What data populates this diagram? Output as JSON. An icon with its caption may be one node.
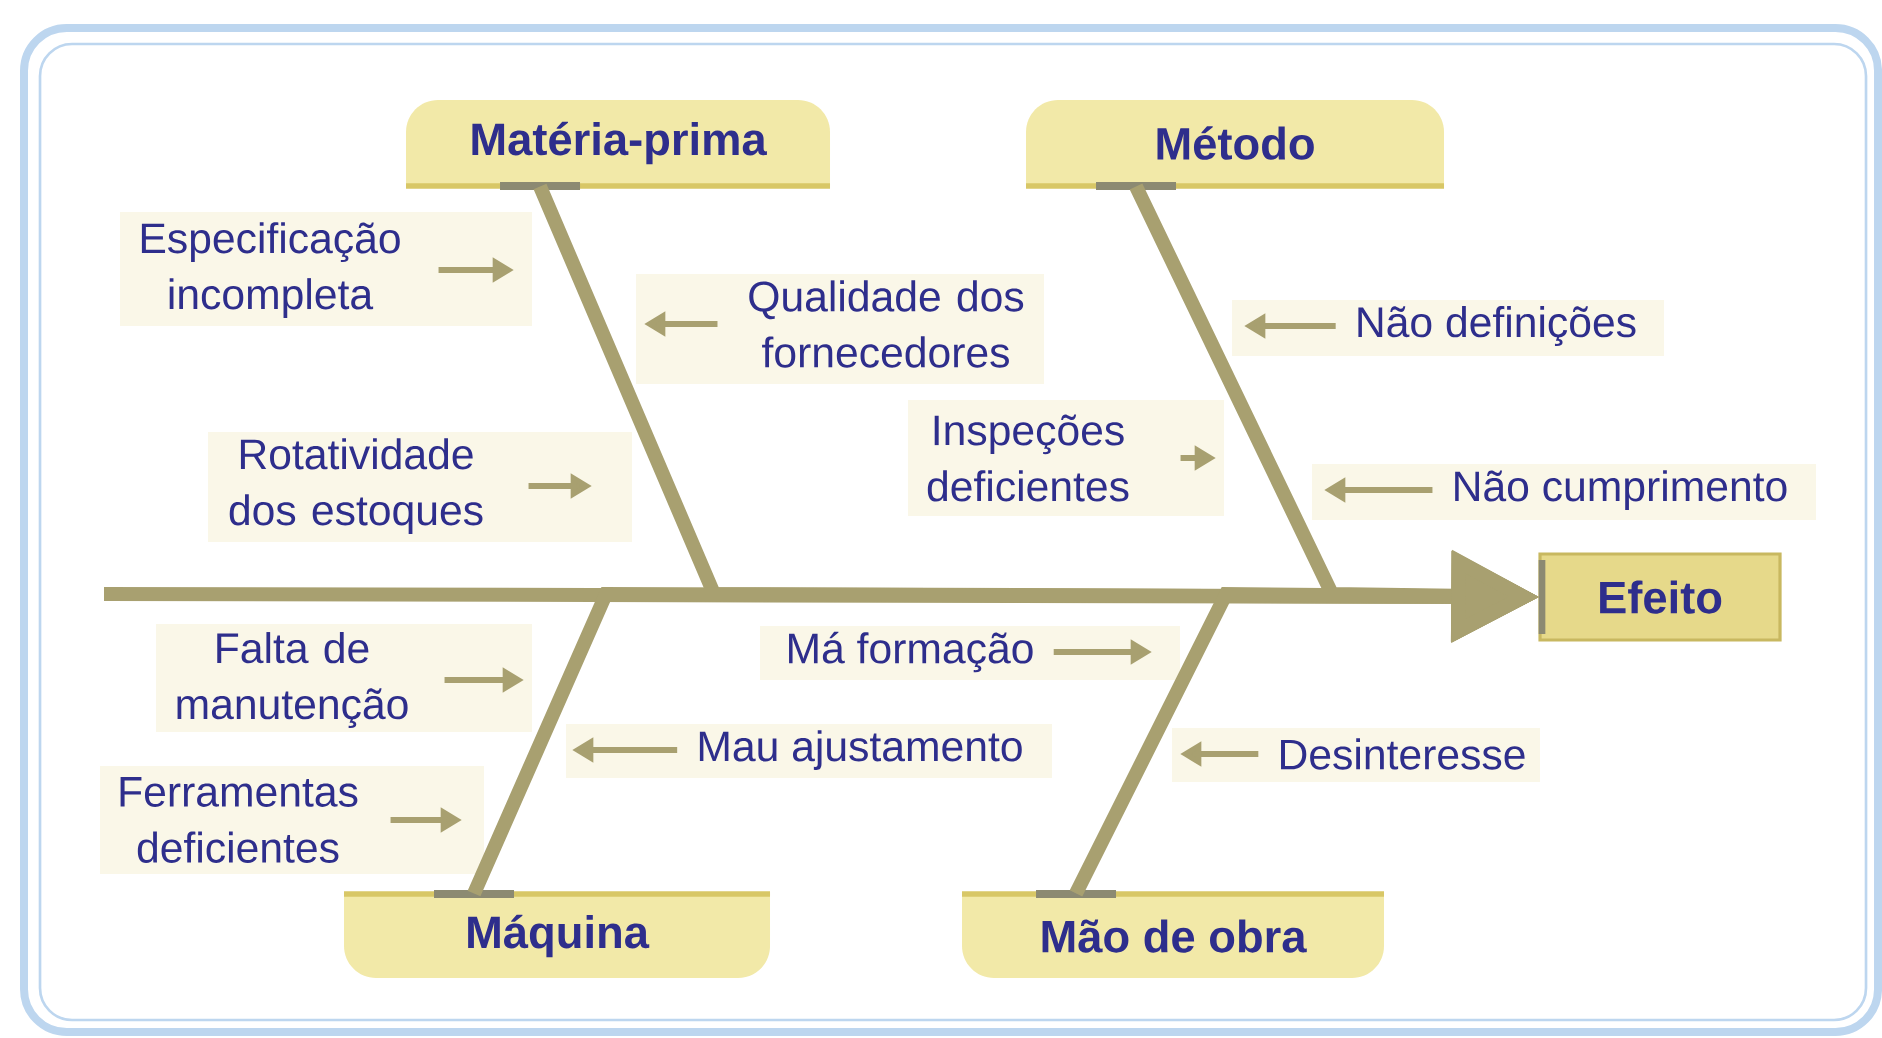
{
  "diagram": {
    "nodes": [
      {
        "text": [
          "Matéria-prima"
        ]
      },
      {
        "text": [
          "Método"
        ]
      },
      {
        "text": [
          "Máquina"
        ]
      },
      {
        "text": [
          "Mão de obra"
        ]
      },
      {
        "text": [
          "Efeito"
        ]
      },
      {
        "text": [
          "Especificação incompleta"
        ]
      },
      {
        "text": [
          "Qualidade dos fornecedores"
        ]
      },
      {
        "text": [
          "Não definições"
        ]
      },
      {
        "text": [
          "Inspeções deficientes"
        ]
      },
      {
        "text": [
          "Rotatividade dos estoques"
        ]
      },
      {
        "text": [
          "Não cumprimento"
        ]
      },
      {
        "text": [
          "Falta de manutenção"
        ]
      },
      {
        "text": [
          "Má formação"
        ]
      },
      {
        "text": [
          "Mau ajustamento"
        ]
      },
      {
        "text": [
          "Desinteresse"
        ]
      },
      {
        "text": [
          "Ferramentas deficientes"
        ]
      }
    ],
    "edges": [
      {
        "from": null,
        "to": 4,
        "arrow": "to",
        "style": "thick"
      },
      {
        "from": 0,
        "to": 4,
        "arrow": "to",
        "style": "thick"
      },
      {
        "from": 1,
        "to": 4,
        "arrow": "to",
        "style": "thick"
      },
      {
        "from": 2,
        "to": 4,
        "arrow": "to",
        "style": "thick"
      },
      {
        "from": 3,
        "to": 4,
        "arrow": "to",
        "style": "thick"
      },
      {
        "from": 5,
        "to": null,
        "arrow": "to"
      },
      {
        "from": 6,
        "to": null,
        "arrow": "to"
      },
      {
        "from": 7,
        "to": null,
        "arrow": "to"
      },
      {
        "from": 8,
        "to": null,
        "arrow": "to"
      },
      {
        "from": 9,
        "to": null,
        "arrow": "to"
      },
      {
        "from": 10,
        "to": null,
        "arrow": "to"
      },
      {
        "from": 11,
        "to": null,
        "arrow": "to"
      },
      {
        "from": 12,
        "to": null,
        "arrow": "to"
      },
      {
        "from": 13,
        "to": null,
        "arrow": "to"
      },
      {
        "from": 14,
        "to": null,
        "arrow": "to"
      },
      {
        "from": 15,
        "to": null,
        "arrow": "to"
      }
    ]
  }
}
